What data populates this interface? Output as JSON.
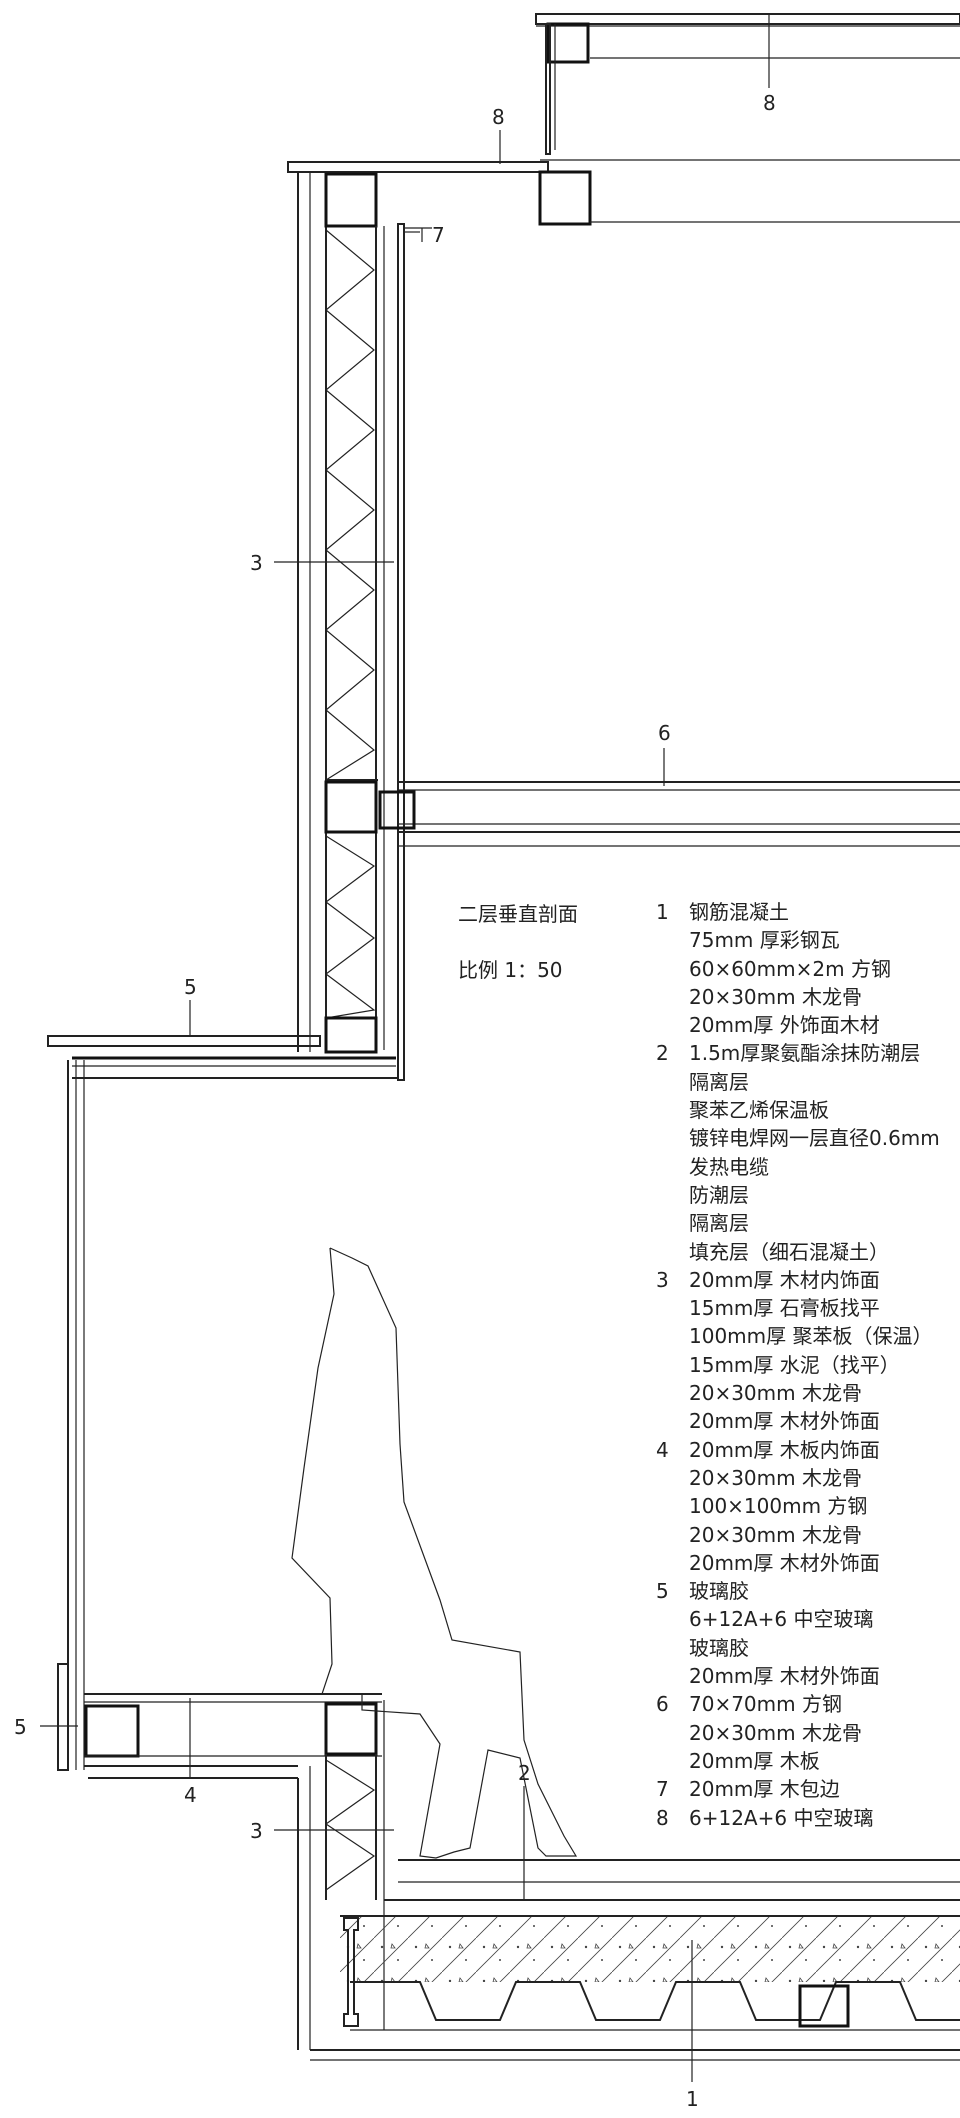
{
  "section": {
    "title": "二层垂直剖面",
    "scale": "比例 1：50"
  },
  "callouts": [
    "8",
    "8",
    "7",
    "3",
    "6",
    "5",
    "5",
    "4",
    "3",
    "2",
    "1"
  ],
  "legend": [
    {
      "num": "1",
      "lines": [
        "钢筋混凝土",
        "75mm 厚彩钢瓦",
        "60×60mm×2m 方钢",
        "20×30mm 木龙骨",
        "20mm厚 外饰面木材"
      ]
    },
    {
      "num": "2",
      "lines": [
        "1.5m厚聚氨酯涂抹防潮层",
        "隔离层",
        "聚苯乙烯保温板",
        "镀锌电焊网一层直径0.6mm",
        "发热电缆",
        "防潮层",
        "隔离层",
        "填充层（细石混凝土）"
      ]
    },
    {
      "num": "3",
      "lines": [
        "20mm厚 木材内饰面",
        "15mm厚 石膏板找平",
        "100mm厚 聚苯板（保温）",
        "15mm厚 水泥（找平）",
        "20×30mm 木龙骨",
        "20mm厚 木材外饰面"
      ]
    },
    {
      "num": "4",
      "lines": [
        "20mm厚 木板内饰面",
        "20×30mm 木龙骨",
        "100×100mm 方钢",
        "20×30mm 木龙骨",
        "20mm厚 木材外饰面"
      ]
    },
    {
      "num": "5",
      "lines": [
        "玻璃胶",
        "6+12A+6 中空玻璃",
        "玻璃胶",
        "20mm厚 木材外饰面"
      ]
    },
    {
      "num": "6",
      "lines": [
        "70×70mm 方钢",
        "20×30mm 木龙骨",
        "20mm厚 木板"
      ]
    },
    {
      "num": "7",
      "lines": [
        "20mm厚 木包边"
      ]
    },
    {
      "num": "8",
      "lines": [
        "6+12A+6 中空玻璃"
      ]
    }
  ]
}
